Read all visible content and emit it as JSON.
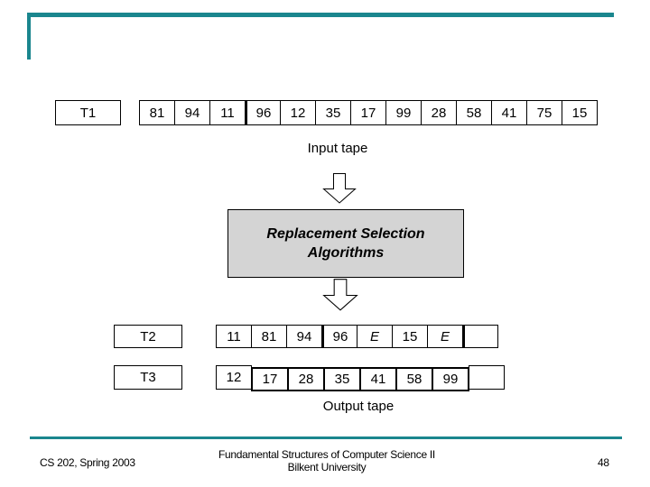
{
  "colors": {
    "accent_teal": "#1a868e",
    "process_box_gray": "#d4d4d4"
  },
  "t1": {
    "label": "T1",
    "cells": [
      "81",
      "94",
      "11",
      "96",
      "12",
      "35",
      "17",
      "99",
      "28",
      "58",
      "41",
      "75",
      "15"
    ],
    "caption": "Input tape"
  },
  "process_box": {
    "line1": "Replacement Selection",
    "line2": "Algorithms"
  },
  "t2": {
    "label": "T2",
    "cells": [
      "11",
      "81",
      "94",
      "96",
      "E",
      "15",
      "E",
      ""
    ]
  },
  "t3": {
    "label": "T3",
    "cells": [
      "12",
      "17",
      "28",
      "35",
      "41",
      "58",
      "99",
      ""
    ]
  },
  "output_caption": "Output tape",
  "footer": {
    "course": "CS 202, Spring 2003",
    "center_line1": "Fundamental Structures of Computer Science II",
    "center_line2": "Bilkent University",
    "page_number": "48"
  }
}
